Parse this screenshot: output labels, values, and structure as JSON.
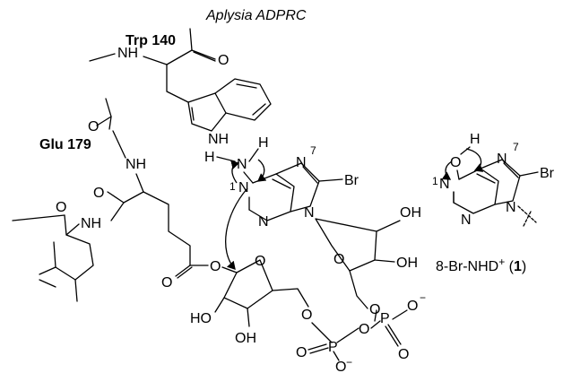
{
  "labels": {
    "enzyme": "Aplysia ADPRC",
    "trp": "Trp 140",
    "glu": "Glu 179",
    "compound_name": "8-Br-NHD",
    "compound_charge": "+",
    "compound_number": "1"
  },
  "atoms": {
    "N": "N",
    "NH": "NH",
    "O": "O",
    "H": "H",
    "HN": "HN",
    "OH": "OH",
    "HO": "HO",
    "Br": "Br",
    "P": "P",
    "minus": "−",
    "n1": "1",
    "n7": "7"
  }
}
